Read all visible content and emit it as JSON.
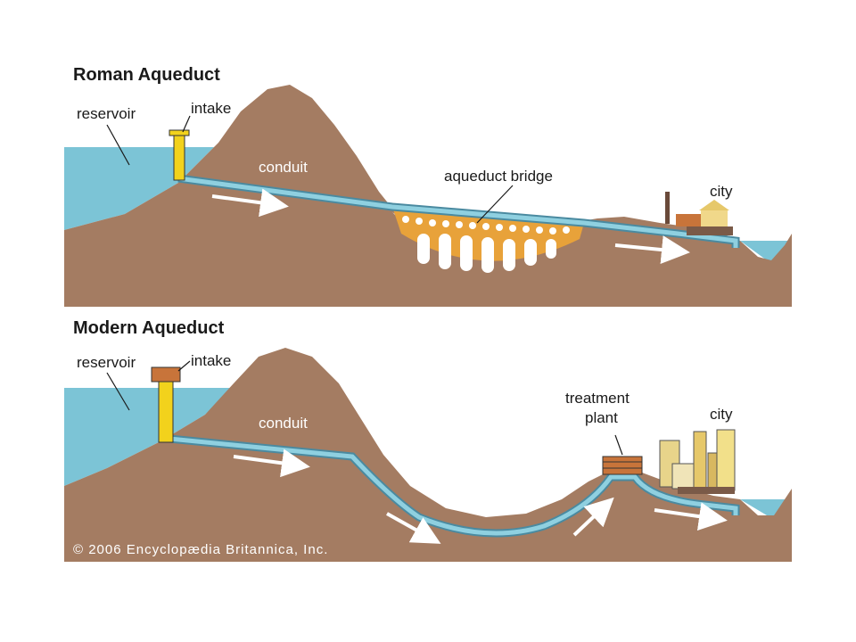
{
  "roman": {
    "title": "Roman Aqueduct",
    "labels": {
      "reservoir": "reservoir",
      "intake": "intake",
      "conduit": "conduit",
      "aqueduct_bridge": "aqueduct bridge",
      "city": "city"
    }
  },
  "modern": {
    "title": "Modern Aqueduct",
    "labels": {
      "reservoir": "reservoir",
      "intake": "intake",
      "conduit": "conduit",
      "treatment_line1": "treatment",
      "treatment_line2": "plant",
      "city": "city"
    }
  },
  "copyright": "© 2006 Encyclopædia Britannica, Inc.",
  "colors": {
    "water": "#7cc4d6",
    "earth": "#a47c62",
    "pipe": "#8fd0e0",
    "intake": "#f2d21c",
    "bridge": "#e8a23a"
  }
}
